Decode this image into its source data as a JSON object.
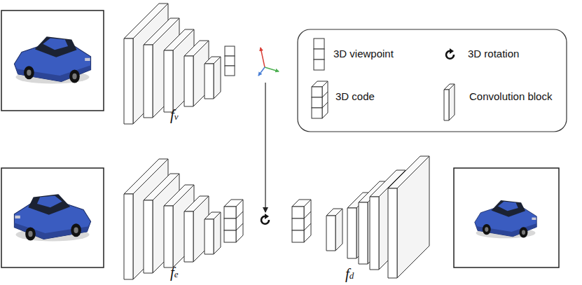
{
  "diagram": {
    "labels": [
      "fv",
      "fe",
      "fd"
    ],
    "legend": [
      {
        "text": "3D viewpoint"
      },
      {
        "text": "3D rotation"
      },
      {
        "text": "3D code"
      },
      {
        "text": "Convolution block"
      }
    ]
  }
}
